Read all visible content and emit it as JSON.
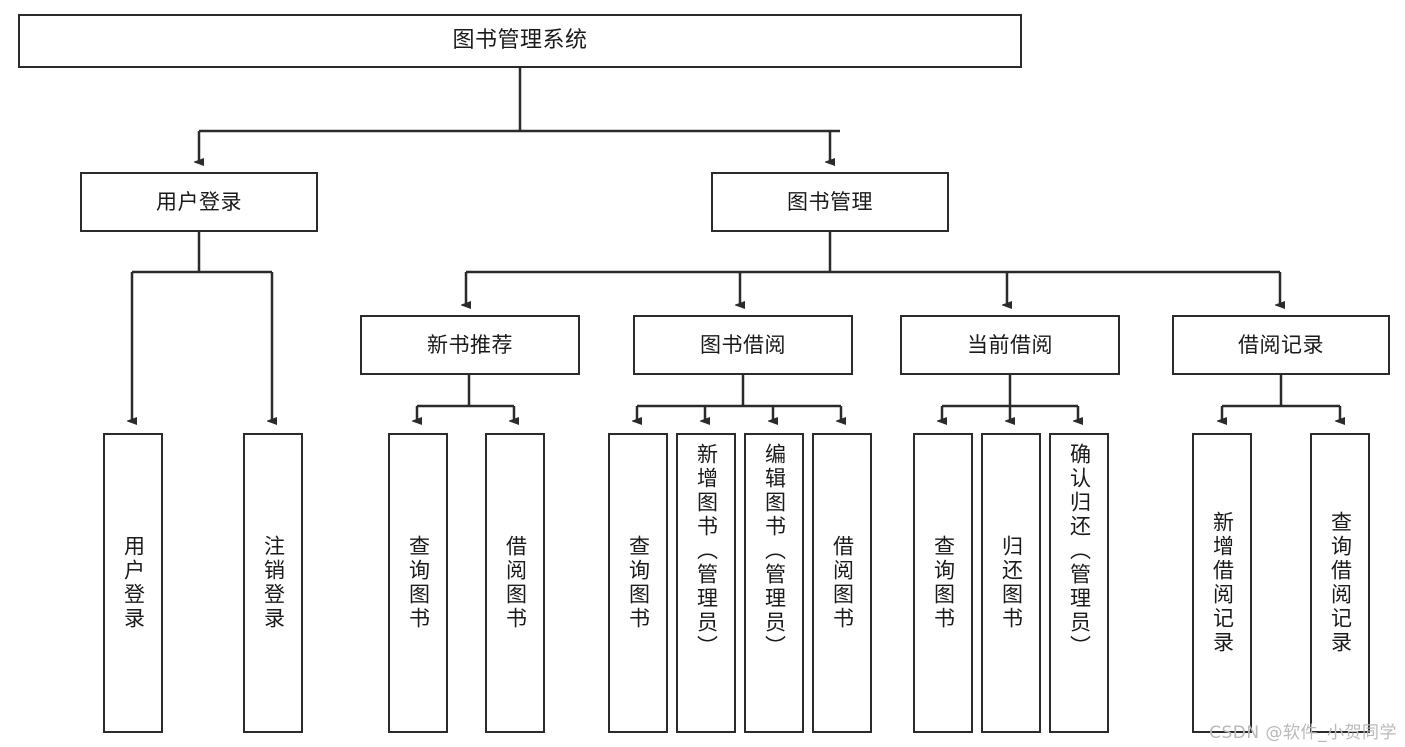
{
  "diagram": {
    "type": "hierarchy-tree",
    "title": "图书管理系统",
    "watermark": "CSDN @软件_小贺同学",
    "colors": {
      "stroke": "#2b2b2b",
      "fill": "#ffffff",
      "text": "#1a1a1a",
      "watermark": "#b9b9b9"
    },
    "levels": {
      "level1": {
        "label": "图书管理系统"
      },
      "level2": [
        {
          "id": "user-login",
          "label": "用户登录"
        },
        {
          "id": "book-management",
          "label": "图书管理"
        }
      ],
      "level3": [
        {
          "id": "new-book-recommend",
          "label": "新书推荐",
          "parent": "book-management"
        },
        {
          "id": "book-borrow",
          "label": "图书借阅",
          "parent": "book-management"
        },
        {
          "id": "current-borrow",
          "label": "当前借阅",
          "parent": "book-management"
        },
        {
          "id": "borrow-record",
          "label": "借阅记录",
          "parent": "book-management"
        }
      ],
      "level4": [
        {
          "id": "leaf-user-login",
          "label": "用户登录",
          "parent": "user-login"
        },
        {
          "id": "leaf-logout-login",
          "label": "注销登录",
          "parent": "user-login"
        },
        {
          "id": "leaf-query-book-1",
          "label": "查询图书",
          "parent": "new-book-recommend"
        },
        {
          "id": "leaf-borrow-book-1",
          "label": "借阅图书",
          "parent": "new-book-recommend"
        },
        {
          "id": "leaf-query-book-2",
          "label": "查询图书",
          "parent": "book-borrow"
        },
        {
          "id": "leaf-add-book",
          "label": "新增图书（管理员）",
          "parent": "book-borrow"
        },
        {
          "id": "leaf-edit-book",
          "label": "编辑图书（管理员）",
          "parent": "book-borrow"
        },
        {
          "id": "leaf-borrow-book-2",
          "label": "借阅图书",
          "parent": "book-borrow"
        },
        {
          "id": "leaf-query-book-3",
          "label": "查询图书",
          "parent": "current-borrow"
        },
        {
          "id": "leaf-return-book",
          "label": "归还图书",
          "parent": "current-borrow"
        },
        {
          "id": "leaf-confirm-return",
          "label": "确认归还（管理员）",
          "parent": "current-borrow"
        },
        {
          "id": "leaf-add-record",
          "label": "新增借阅记录",
          "parent": "borrow-record"
        },
        {
          "id": "leaf-query-record",
          "label": "查询借阅记录",
          "parent": "borrow-record"
        }
      ]
    }
  }
}
